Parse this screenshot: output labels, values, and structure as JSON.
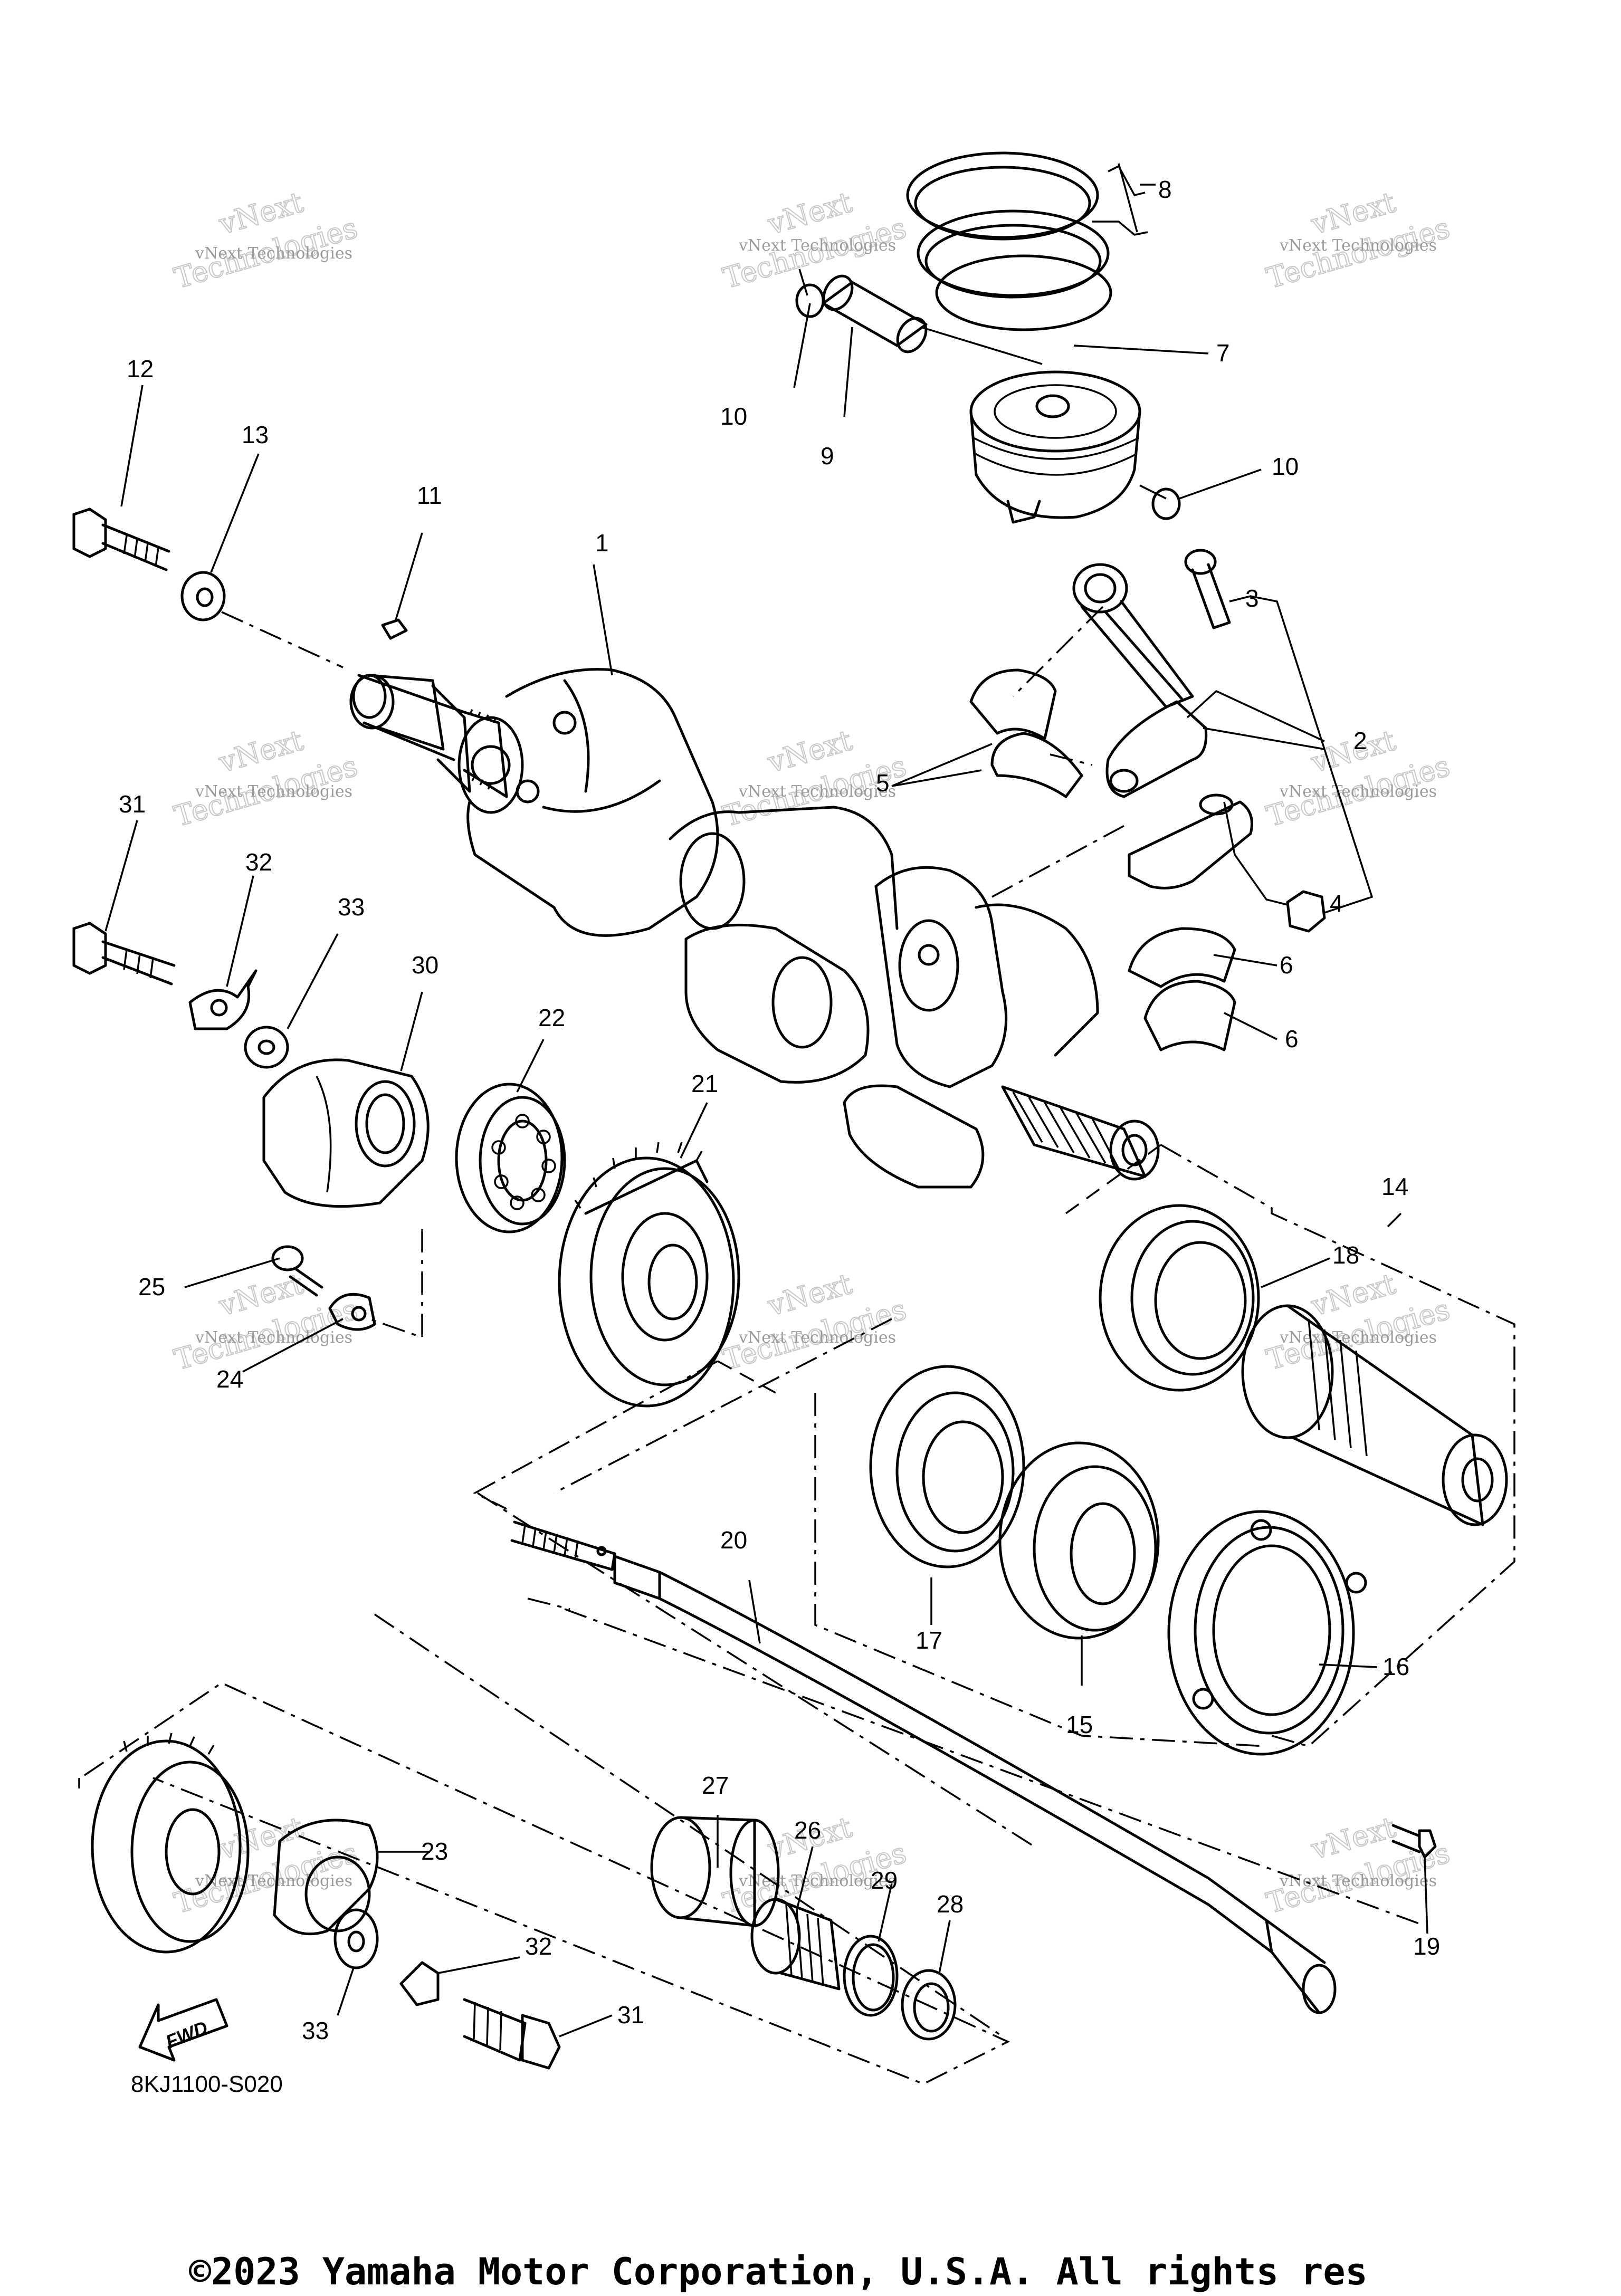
{
  "callouts": [
    "1",
    "2",
    "3",
    "4",
    "5",
    "6",
    "6",
    "7",
    "8",
    "9",
    "10",
    "10",
    "11",
    "12",
    "13",
    "14",
    "15",
    "16",
    "17",
    "18",
    "19",
    "20",
    "21",
    "22",
    "23",
    "24",
    "25",
    "26",
    "27",
    "28",
    "29",
    "30",
    "31",
    "31",
    "32",
    "32",
    "33",
    "33"
  ],
  "diagram_code": "8KJ1100-S020",
  "copyright": "©2023 Yamaha Motor Corporation, U.S.A. All rights res",
  "fwd_label": "FWD",
  "watermark": {
    "line1": "vNext Technologies",
    "line2": "vNext",
    "line3": "Technologies"
  }
}
